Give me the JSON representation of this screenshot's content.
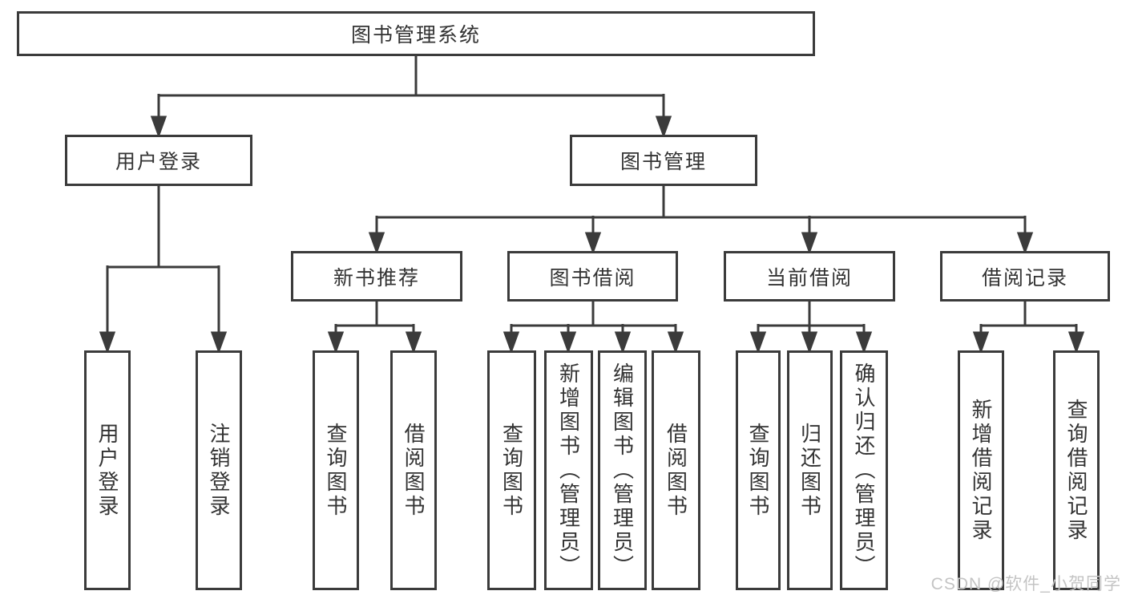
{
  "diagram": {
    "root": {
      "label": "图书管理系统"
    },
    "branches": [
      {
        "label": "用户登录",
        "children": [
          {
            "label": "用户登录"
          },
          {
            "label": "注销登录"
          }
        ]
      },
      {
        "label": "图书管理",
        "groups": [
          {
            "label": "新书推荐",
            "children": [
              {
                "label": "查询图书"
              },
              {
                "label": "借阅图书"
              }
            ]
          },
          {
            "label": "图书借阅",
            "children": [
              {
                "label": "查询图书"
              },
              {
                "label": "新增图书（管理员）"
              },
              {
                "label": "编辑图书（管理员）"
              },
              {
                "label": "借阅图书"
              }
            ]
          },
          {
            "label": "当前借阅",
            "children": [
              {
                "label": "查询图书"
              },
              {
                "label": "归还图书"
              },
              {
                "label": "确认归还（管理员）"
              }
            ]
          },
          {
            "label": "借阅记录",
            "children": [
              {
                "label": "新增借阅记录"
              },
              {
                "label": "查询借阅记录"
              }
            ]
          }
        ]
      }
    ]
  },
  "watermark": {
    "text": "CSDN @软件_小贺同学"
  },
  "colors": {
    "line": "#3b3b3b",
    "box_border": "#3b3b3b",
    "text": "#333333",
    "background": "#ffffff",
    "watermark": "#c4c4c4"
  }
}
